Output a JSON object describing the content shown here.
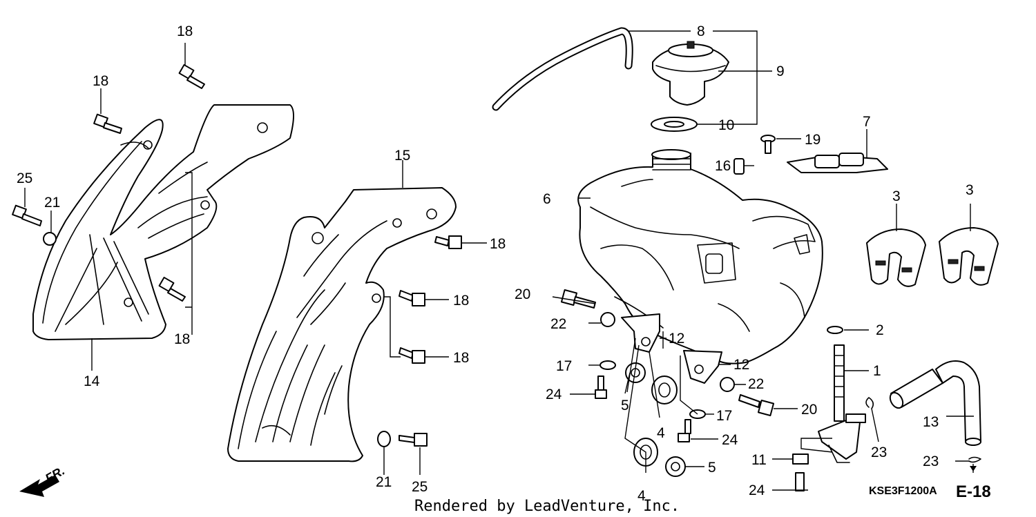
{
  "diagram": {
    "credit": "Rendered by LeadVenture, Inc.",
    "diagram_code": "KSE3F1200A",
    "page_ref": "E-18",
    "front_marker": "FR.",
    "callouts": {
      "c8": "8",
      "c9": "9",
      "c10": "10",
      "c7": "7",
      "c19": "19",
      "c16": "16",
      "c6": "6",
      "c3a": "3",
      "c3b": "3",
      "c2": "2",
      "c1": "1",
      "c12a": "12",
      "c12b": "12",
      "c20a": "20",
      "c20b": "20",
      "c22a": "22",
      "c22b": "22",
      "c17a": "17",
      "c17b": "17",
      "c24a": "24",
      "c24b": "24",
      "c24c": "24",
      "c5a": "5",
      "c5b": "5",
      "c4a": "4",
      "c4b": "4",
      "c11": "11",
      "c13": "13",
      "c23a": "23",
      "c23b": "23",
      "c15": "15",
      "c14": "14",
      "c18a": "18",
      "c18b": "18",
      "c18c": "18",
      "c18d": "18",
      "c18e": "18",
      "c18f": "18",
      "c25a": "25",
      "c25b": "25",
      "c21a": "21",
      "c21b": "21"
    }
  }
}
